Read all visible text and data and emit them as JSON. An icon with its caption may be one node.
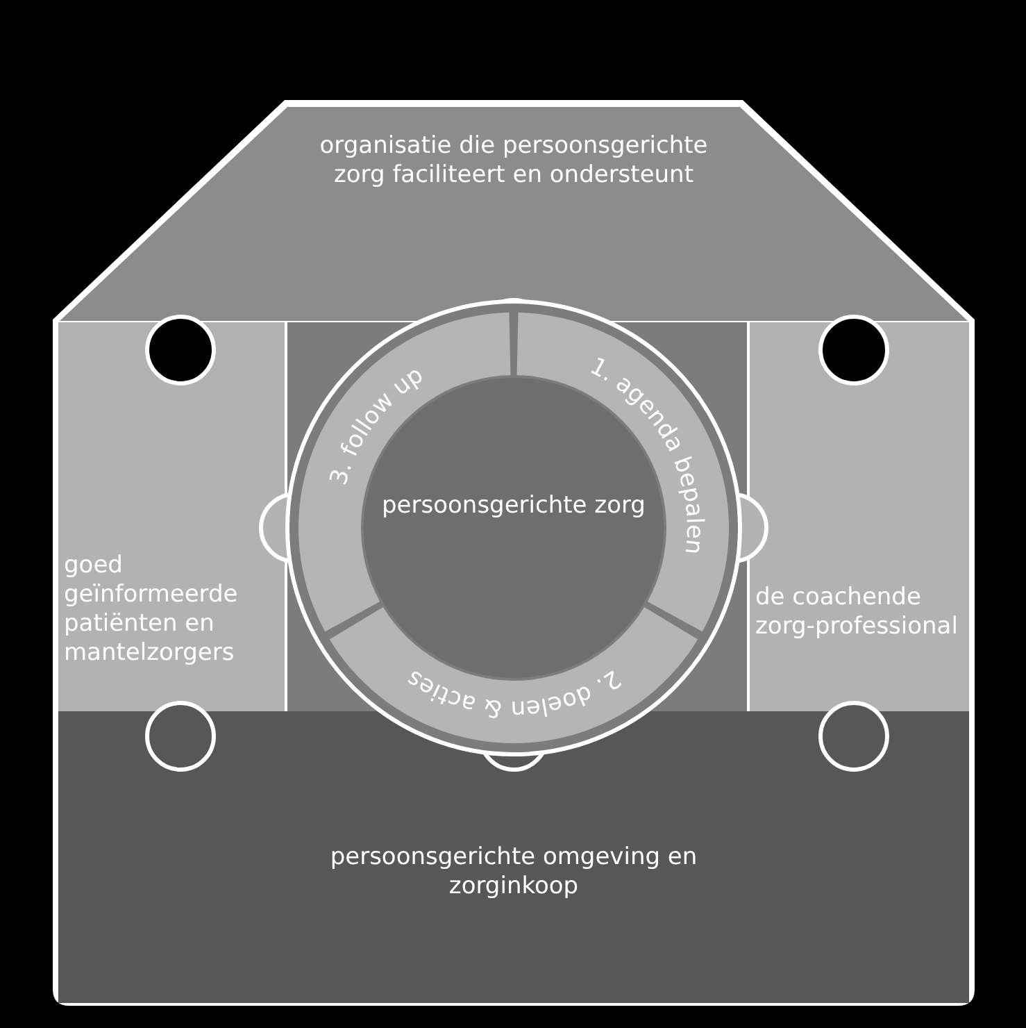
{
  "diagram": {
    "nodes": [
      {
        "text": [
          "organisatie die persoonsgerichte zorg faciliteert en ondersteunt"
        ]
      },
      {
        "text": [
          "goed geïnformeerde patiënten en mantelzorgers"
        ]
      },
      {
        "text": [
          "1. agenda bepalen"
        ]
      },
      {
        "text": [
          "2. doelen & acties"
        ]
      },
      {
        "text": [
          "3. follow up"
        ]
      },
      {
        "text": [
          "persoonsgerichte zorg"
        ]
      },
      {
        "text": [
          "de coachende zorg-professional"
        ]
      },
      {
        "text": [
          "persoonsgerichte omgeving en zorginkoop"
        ]
      }
    ],
    "edges": []
  }
}
